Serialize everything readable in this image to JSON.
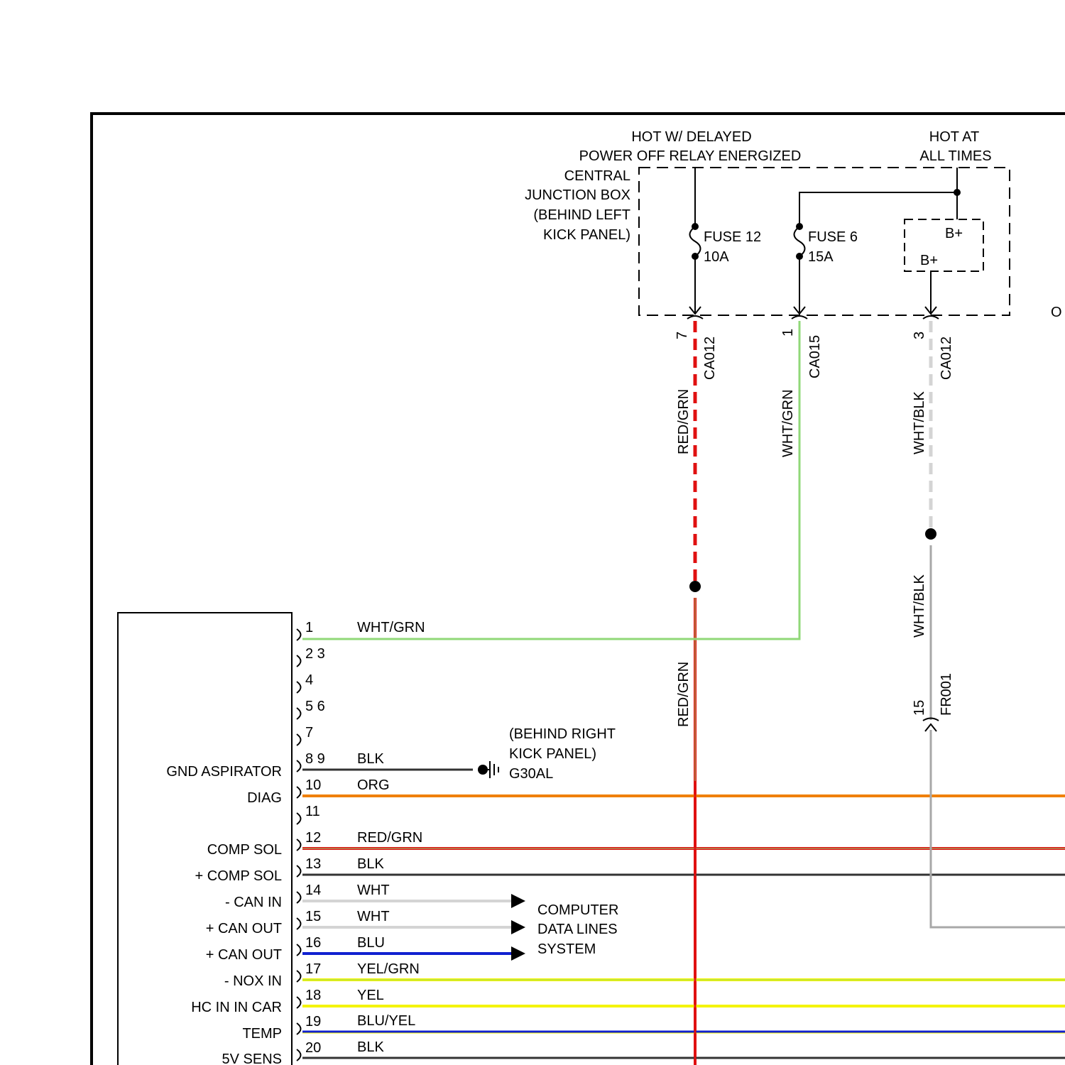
{
  "power": {
    "delayed_line1": "HOT W/ DELAYED",
    "delayed_line2": "POWER OFF RELAY ENERGIZED",
    "always_line1": "HOT AT",
    "always_line2": "ALL TIMES"
  },
  "junction_box": {
    "line1": "CENTRAL",
    "line2": "JUNCTION BOX",
    "line3": "(BEHIND LEFT",
    "line4": "KICK PANEL)",
    "fuse12_name": "FUSE 12",
    "fuse12_rating": "10A",
    "fuse6_name": "FUSE 6",
    "fuse6_rating": "15A",
    "bplus_top": "B+",
    "bplus_bottom": "B+"
  },
  "vertical_wires": [
    {
      "pin": "7",
      "connector": "CA012",
      "color_label": "RED/GRN",
      "lower_label": "RED/GRN"
    },
    {
      "pin": "1",
      "connector": "CA015",
      "color_label": "WHT/GRN"
    },
    {
      "pin": "3",
      "connector": "CA012",
      "color_label": "WHT/BLK",
      "lower_label": "WHT/BLK",
      "lower_pin": "15",
      "lower_connector": "FR001"
    }
  ],
  "module_pins": [
    {
      "pin": "1",
      "wire": "WHT/GRN",
      "function": ""
    },
    {
      "pin": "2 3",
      "wire": "",
      "function": ""
    },
    {
      "pin": "4",
      "wire": "",
      "function": ""
    },
    {
      "pin": "5 6",
      "wire": "",
      "function": ""
    },
    {
      "pin": "7",
      "wire": "",
      "function": ""
    },
    {
      "pin": "8 9",
      "wire": "BLK",
      "function": "GND ASPIRATOR"
    },
    {
      "pin": "10",
      "wire": "ORG",
      "function": "DIAG"
    },
    {
      "pin": "11",
      "wire": "",
      "function": ""
    },
    {
      "pin": "12",
      "wire": "RED/GRN",
      "function": "COMP SOL"
    },
    {
      "pin": "13",
      "wire": "BLK",
      "function": "+ COMP SOL"
    },
    {
      "pin": "14",
      "wire": "WHT",
      "function": "- CAN IN"
    },
    {
      "pin": "15",
      "wire": "WHT",
      "function": "+ CAN OUT"
    },
    {
      "pin": "16",
      "wire": "BLU",
      "function": "+ CAN OUT"
    },
    {
      "pin": "17",
      "wire": "YEL/GRN",
      "function": "- NOX IN"
    },
    {
      "pin": "18",
      "wire": "YEL",
      "function": "HC IN IN CAR"
    },
    {
      "pin": "19",
      "wire": "BLU/YEL",
      "function": "TEMP"
    },
    {
      "pin": "20",
      "wire": "BLK",
      "function": "5V SENS"
    }
  ],
  "ground": {
    "line1": "(BEHIND RIGHT",
    "line2": "KICK PANEL)",
    "id": "G30AL"
  },
  "data_lines": {
    "line1": "COMPUTER",
    "line2": "DATA LINES",
    "line3": "SYSTEM"
  },
  "edge_mark": "O",
  "wire_colors": {
    "red": "#e01010",
    "green": "#90d878",
    "white": "#d4d4d4",
    "black": "#333333",
    "orange": "#f08000",
    "blue": "#1020d0",
    "yellow": "#f4f400",
    "grey": "#a8a8a8"
  }
}
